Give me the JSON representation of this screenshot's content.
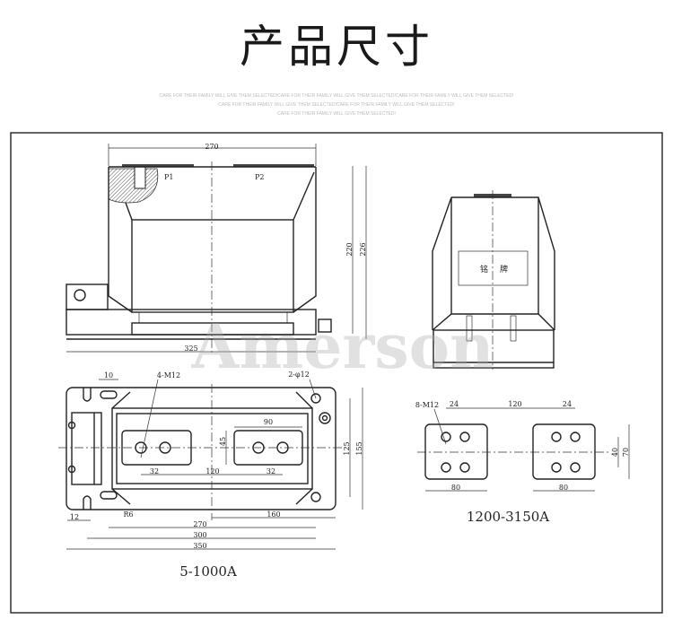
{
  "title": "产品尺寸",
  "tagline": [
    "CARE FOR THEIR FAMILY WILL GIVE THEM SELECTED!CARE FOR THEIR FAMILY WILL GIVE THEM SELECTED!CARE FOR THEIR FAMILY WILL GIVE THEM SELECTED!",
    "CARE FOR THEIR FAMILY WILL GIVE THEM SELECTED!CARE FOR THEIR FAMILY WILL GIVE THEM SELECTED!",
    "CARE FOR THEIR FAMILY WILL GIVE THEM SELECTED!"
  ],
  "watermark": "Amerson",
  "front_view": {
    "width": "270",
    "p1": "P1",
    "p2": "P2",
    "h1": "220",
    "h2": "226",
    "base": "325"
  },
  "side_view": {
    "nameplate": [
      "铭",
      "牌"
    ]
  },
  "top_view": {
    "d10": "10",
    "m12": "4-M12",
    "phi12": "2-φ12",
    "d90": "90",
    "d45": "45",
    "d32a": "32",
    "d120": "120",
    "d32b": "32",
    "d125": "125",
    "d155": "155",
    "d12": "12",
    "r6": "R6",
    "d160": "160",
    "d270": "270",
    "d300": "300",
    "d350": "350",
    "caption": "5-1000A"
  },
  "terminal_view": {
    "m12": "8-M12",
    "d24a": "24",
    "d120": "120",
    "d24b": "24",
    "d40": "40",
    "d70": "70",
    "d80a": "80",
    "d80b": "80",
    "caption": "1200-3150A"
  }
}
